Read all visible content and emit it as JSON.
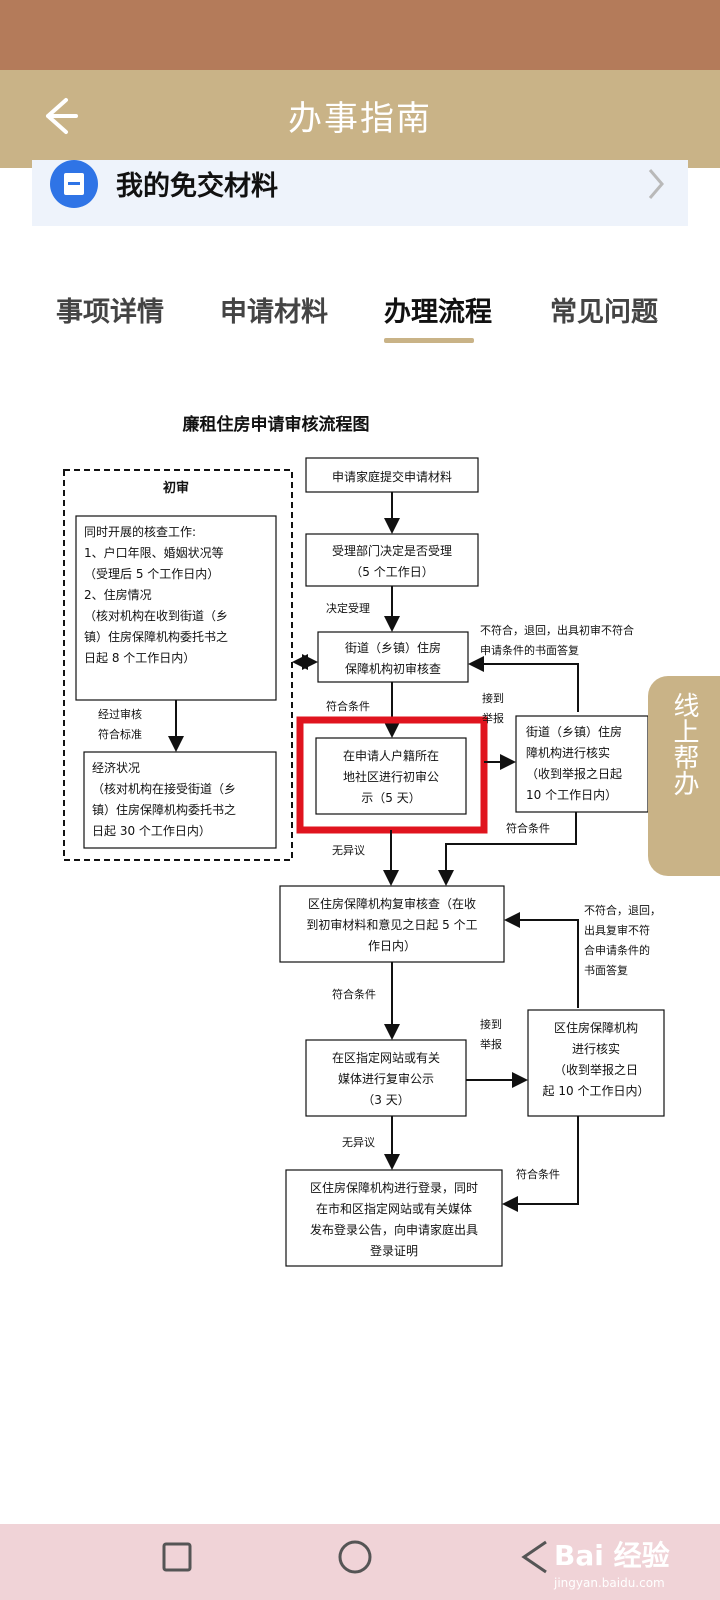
{
  "header": {
    "title": "办事指南"
  },
  "exempt": {
    "label": "我的免交材料"
  },
  "tabs": [
    {
      "label": "事项详情"
    },
    {
      "label": "申请材料"
    },
    {
      "label": "办理流程"
    },
    {
      "label": "常见问题"
    }
  ],
  "diagram": {
    "title": "廉租住房申请审核流程图",
    "group_label": "初审",
    "box_parallel_title": "同时开展的核查工作:",
    "box_parallel_lines": [
      "1、户口年限、婚姻状况等",
      "（受理后 5 个工作日内）",
      "2、住房情况",
      "（核对机构在收到街道（乡",
      "镇）住房保障机构委托书之",
      "日起 8 个工作日内）"
    ],
    "label_pass_review": "经过审核",
    "label_meet_standard": "符合标准",
    "box_economic_lines": [
      "经济状况",
      "（核对机构在接受街道（乡",
      "镇）住房保障机构委托书之",
      "日起 30 个工作日内）"
    ],
    "box_submit": "申请家庭提交申请材料",
    "box_accept_lines": [
      "受理部门决定是否受理",
      "（5 个工作日）"
    ],
    "label_decide_accept": "决定受理",
    "box_street_review_lines": [
      "街道（乡镇）住房",
      "保障机构初审核查"
    ],
    "label_reject1_lines": [
      "不符合，退回，出具初审不符合",
      "申请条件的书面答复"
    ],
    "label_meet1": "符合条件",
    "label_report1_lines": [
      "接到",
      "举报"
    ],
    "box_publicize1_lines": [
      "在申请人户籍所在",
      "地社区进行初审公",
      "示（5 天）"
    ],
    "box_verify1_lines": [
      "街道（乡镇）住房",
      "障机构进行核实",
      "（收到举报之日起",
      "10 个工作日内）"
    ],
    "label_meet2": "符合条件",
    "label_no_objection1": "无异议",
    "box_district_review_lines": [
      "区住房保障机构复审核查（在收",
      "到初审材料和意见之日起 5 个工",
      "作日内）"
    ],
    "label_reject2_lines": [
      "不符合，退回，",
      "出具复审不符",
      "合申请条件的",
      "书面答复"
    ],
    "label_meet3": "符合条件",
    "label_report2_lines": [
      "接到",
      "举报"
    ],
    "box_publicize2_lines": [
      "在区指定网站或有关",
      "媒体进行复审公示",
      "（3 天）"
    ],
    "box_verify2_lines": [
      "区住房保障机构",
      "进行核实",
      "（收到举报之日",
      "起 10 个工作日内）"
    ],
    "label_no_objection2": "无异议",
    "label_meet4": "符合条件",
    "box_register_lines": [
      "区住房保障机构进行登录，同时",
      "在市和区指定网站或有关媒体",
      "发布登录公告，向申请家庭出具",
      "登录证明"
    ]
  },
  "online_help": {
    "label": "线上帮办"
  },
  "watermark": {
    "main": "Bai 经验",
    "sub": "jingyan.baidu.com"
  },
  "colors": {
    "status_bar": "#b47b5a",
    "title_bar": "#c9b387",
    "highlight": "#e0141e",
    "exempt_icon": "#2f74e6",
    "bottom_nav": "#f0d3d7"
  }
}
